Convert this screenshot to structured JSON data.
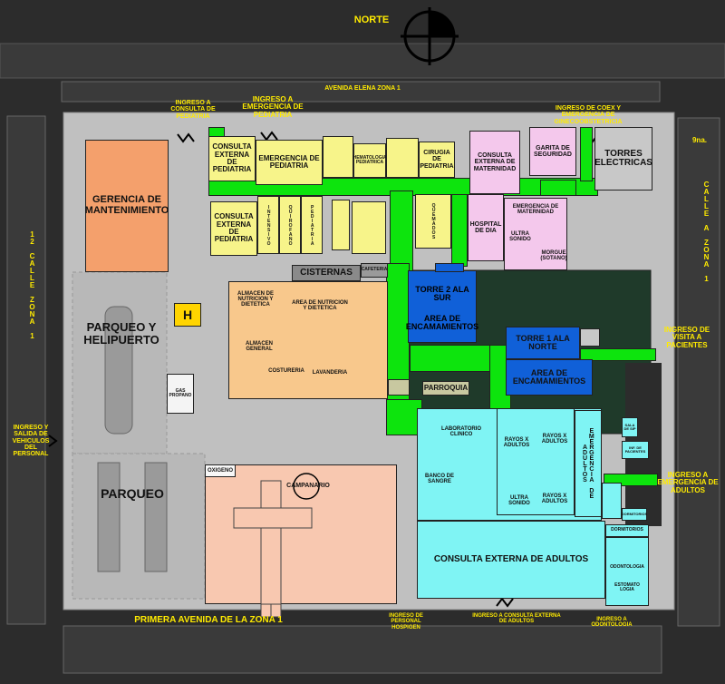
{
  "streets": {
    "north_compass": "NORTE",
    "north_avenue": "AVENIDA ELENA ZONA 1",
    "south_avenue": "PRIMERA AVENIDA DE LA ZONA 1",
    "west_street": "12 CALLE ZONA 1",
    "east_street_num": "9na.",
    "east_street": "CALLE A ZONA 1"
  },
  "entrances": {
    "consulta_pediatria": "INGRESO A CONSULTA DE PEDIATRIA",
    "emergencia_pediatria": "INGRESO A EMERGENCIA DE PEDIATRIA",
    "coex_maternidad": "INGRESO DE COEX Y EMERGENCIA DE GINECOOBSTETRICIA",
    "visita_pacientes": "INGRESO DE VISITA A PACIENTES",
    "emergencia_adultos": "INGRESO A EMERGENCIA DE ADULTOS",
    "vehiculos_personal": "INGRESO Y SALIDA DE VEHICULOS DEL PERSONAL",
    "personal": "INGRESO DE PERSONAL HOSPIGEN",
    "consulta_adultos": "INGRESO A CONSULTA EXTERNA DE ADULTOS",
    "odontologia": "INGRESO A ODONTOLOGIA"
  },
  "buildings": {
    "gerencia": "GERENCIA DE MANTENIMIENTO",
    "cex_pediatria_1": "CONSULTA EXTERNA DE PEDIATRIA",
    "emergencia_pediatria": "EMERGENCIA DE PEDIATRIA",
    "hematologia": "HEMATOLOGIA PEDIATRICA",
    "cirugia_pediatria": "CIRUGIA DE PEDIATRIA",
    "cex_maternidad": "CONSULTA EXTERNA DE MATERNIDAD",
    "garita": "GARITA DE SEGURIDAD",
    "torres": "TORRES ELECTRICAS",
    "cex_pediatria_2": "CONSULTA EXTERNA DE PEDIATRIA",
    "intensivo": "INTENSIVO",
    "quirofano": "QUIROFANO",
    "pediatria_v": "PEDIATRIA",
    "quemados": "QUEMADOS",
    "hospital_dia": "HOSPITAL DE DIA",
    "emergencia_maternidad": "EMERGENCIA DE MATERNIDAD",
    "ultra_sonido_m": "ULTRA SONIDO",
    "morgue": "MORGUE (SOTANO)",
    "cisternas": "CISTERNAS",
    "cafeteria": "CAFETERIA",
    "almacen_nutricion": "ALMACEN DE NUTRICION Y DIETETICA",
    "area_nutricion": "AREA DE NUTRICION Y DIETETICA",
    "almacen_general": "ALMACEN GENERAL",
    "costureria": "COSTURERIA",
    "lavanderia": "LAVANDERIA",
    "torre2": "TORRE 2 ALA SUR",
    "area_encamamientos_2": "AREA DE ENCAMAMIENTOS",
    "torre1": "TORRE 1 ALA NORTE",
    "area_encamamientos_1": "AREA DE ENCAMAMIENTOS",
    "parroquia": "PARROQUIA",
    "laboratorio": "LABORATORIO CLINICO",
    "banco_sangre": "BANCO DE SANGRE",
    "rayos_x_1": "RAYOS X ADULTOS",
    "rayos_x_2": "RAYOS X ADULTOS",
    "ultra_sonido_a": "ULTRA SONIDO",
    "rayos_x_3": "RAYOS X ADULTOS",
    "emergencia_adultos": "EMERGENCIA DE ADULTOS",
    "sala_sip": "SALA DE SIP",
    "inf_pacientes": "INF. DE PACIENTES",
    "dormitorios_1": "DORMITORIOS",
    "dormitorios_2": "DORMITORIOS",
    "odontologia": "ODONTOLOGIA",
    "estomatologia": "ESTOMATO LOGIA",
    "cex_adultos": "CONSULTA EXTERNA DE ADULTOS",
    "parqueo_helipuerto": "PARQUEO Y HELIPUERTO",
    "helipad": "H",
    "parqueo": "PARQUEO",
    "gas_propano": "GAS PROPANO",
    "oxigeno": "OXIGENO",
    "campanario": "CAMPANARIO"
  },
  "colors": {
    "background": "#2c2c2c",
    "grounds": "#c0c0c0",
    "corridor": "#0de40d",
    "pediatrics": "#f7f48a",
    "maternity": "#f4c8ec",
    "maintenance": "#f4a06c",
    "nutrition": "#f8c88c",
    "church": "#f8c8b0",
    "tower": "#1060d8",
    "adults": "#7ff4f4",
    "street_text": "#ffeb00"
  }
}
